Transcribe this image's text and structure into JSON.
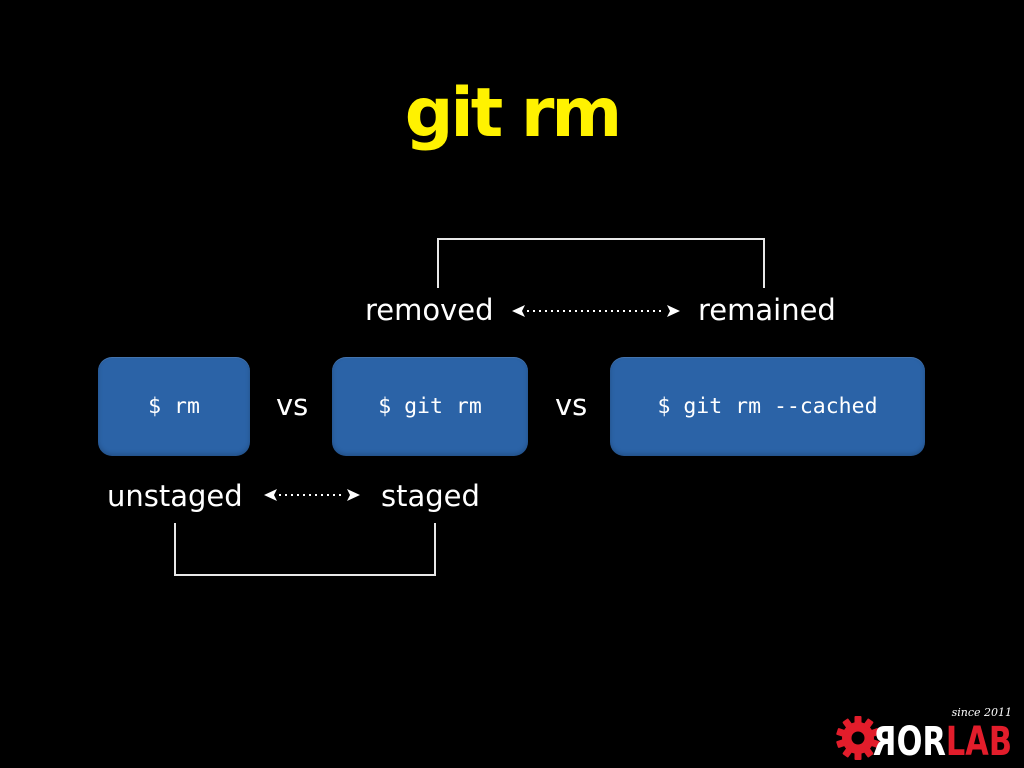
{
  "slide": {
    "title": "git rm"
  },
  "top_relation": {
    "left_label": "removed",
    "right_label": "remained"
  },
  "commands": [
    {
      "label": "$ rm"
    },
    {
      "label": "$ git rm"
    },
    {
      "label": "$ git rm --cached"
    }
  ],
  "separators": [
    "vs",
    "vs"
  ],
  "bottom_relation": {
    "left_label": "unstaged",
    "right_label": "staged"
  },
  "logo": {
    "mirrored_letter": "R",
    "white_text": "OR",
    "red_text": "LAB",
    "tagline": "since 2011"
  },
  "colors": {
    "background": "#000000",
    "title": "#fff200",
    "text": "#ffffff",
    "command_box": "#2b63a7",
    "connector": "#e8e8e8",
    "accent_red": "#e21d2b"
  },
  "icons": {
    "relation_arrow": "dotted-double-arrow-icon",
    "connector": "bracket-connector",
    "logo_mark": "gear-icon"
  }
}
